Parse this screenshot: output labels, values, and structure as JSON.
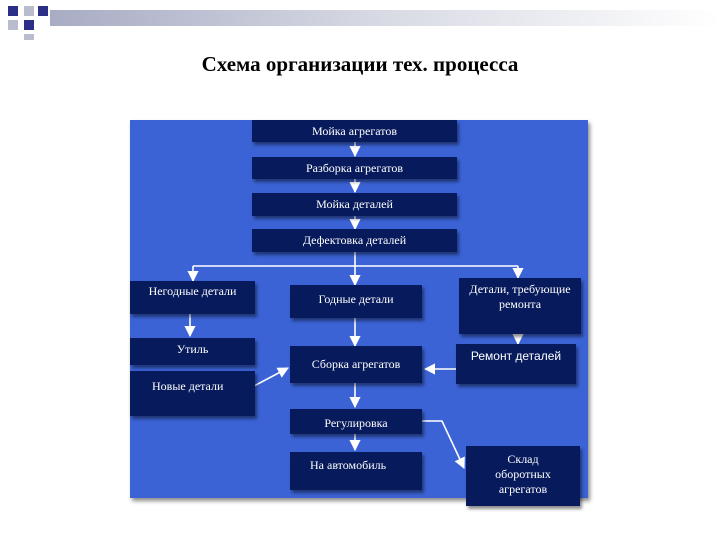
{
  "title": "Схема организации тех. процесса",
  "nodes": {
    "wash_units": "Мойка агрегатов",
    "disassembly": "Разборка агрегатов",
    "wash_parts": "Мойка деталей",
    "defect": "Дефектовка деталей",
    "unusable": "Негодные детали",
    "usable": "Годные детали",
    "repair_needed": "Детали, требующие ремонта",
    "scrap": "Утиль",
    "repair": "Ремонт деталей",
    "assembly": "Сборка агрегатов",
    "new_parts": "Новые детали",
    "adjust": "Регулировка",
    "to_car": "На автомобиль",
    "warehouse": "Склад оборотных агрегатов"
  },
  "colors": {
    "panel": "#3b63d6",
    "box": "#071a5c",
    "text": "#ffffff",
    "arrow": "#ffffff"
  }
}
